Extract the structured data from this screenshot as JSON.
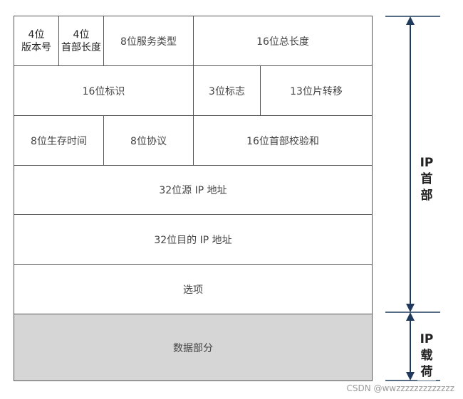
{
  "header_fields": {
    "version_line1": "4位",
    "version_line2": "版本号",
    "header_len_line1": "4位",
    "header_len_line2": "首部长度",
    "tos": "8位服务类型",
    "total_length": "16位总长度",
    "identification": "16位标识",
    "flags": "3位标志",
    "fragment_offset": "13位片转移",
    "ttl": "8位生存时间",
    "protocol": "8位协议",
    "checksum": "16位首部校验和",
    "src_ip": "32位源 IP 地址",
    "dst_ip": "32位目的 IP 地址",
    "options": "选项"
  },
  "payload": {
    "label": "数据部分"
  },
  "side_labels": {
    "header": [
      "IP",
      "首",
      "部"
    ],
    "payload": [
      "IP",
      "载",
      "荷"
    ]
  },
  "watermark": "CSDN @wwzzzzzzzzzzzzz",
  "colors": {
    "payload_fill": "#d6d6d6",
    "arrow": "#1f3a5c"
  }
}
